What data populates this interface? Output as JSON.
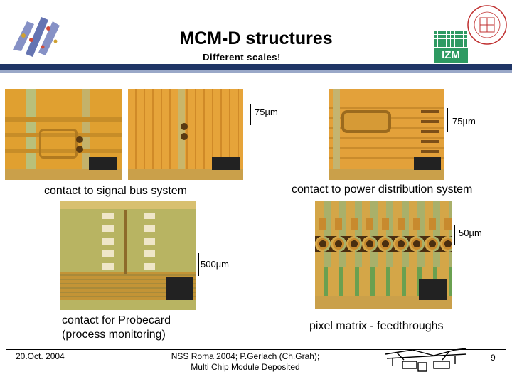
{
  "slide": {
    "title": "MCM-D structures",
    "subtitle": "Different scales!",
    "logo_text": "IZM",
    "scales": {
      "top_left": "75µm",
      "top_right": "75µm",
      "bottom_right": "50µm",
      "bottom_left": "500µm"
    },
    "captions": {
      "signal_bus": "contact to signal bus system",
      "power": "contact to power distribution system",
      "probecard_line1": "contact for Probecard",
      "probecard_line2": "(process monitoring)",
      "pixel_matrix": "pixel matrix - feedthroughs"
    },
    "footer": {
      "date": "20.Oct. 2004",
      "center_line1": "NSS Roma 2004; P.Gerlach (Ch.Grah);",
      "center_line2": "Multi Chip Module Deposited",
      "page": "9"
    },
    "colors": {
      "banner": "#1f3566",
      "logo_green": "#2e9a62"
    }
  }
}
